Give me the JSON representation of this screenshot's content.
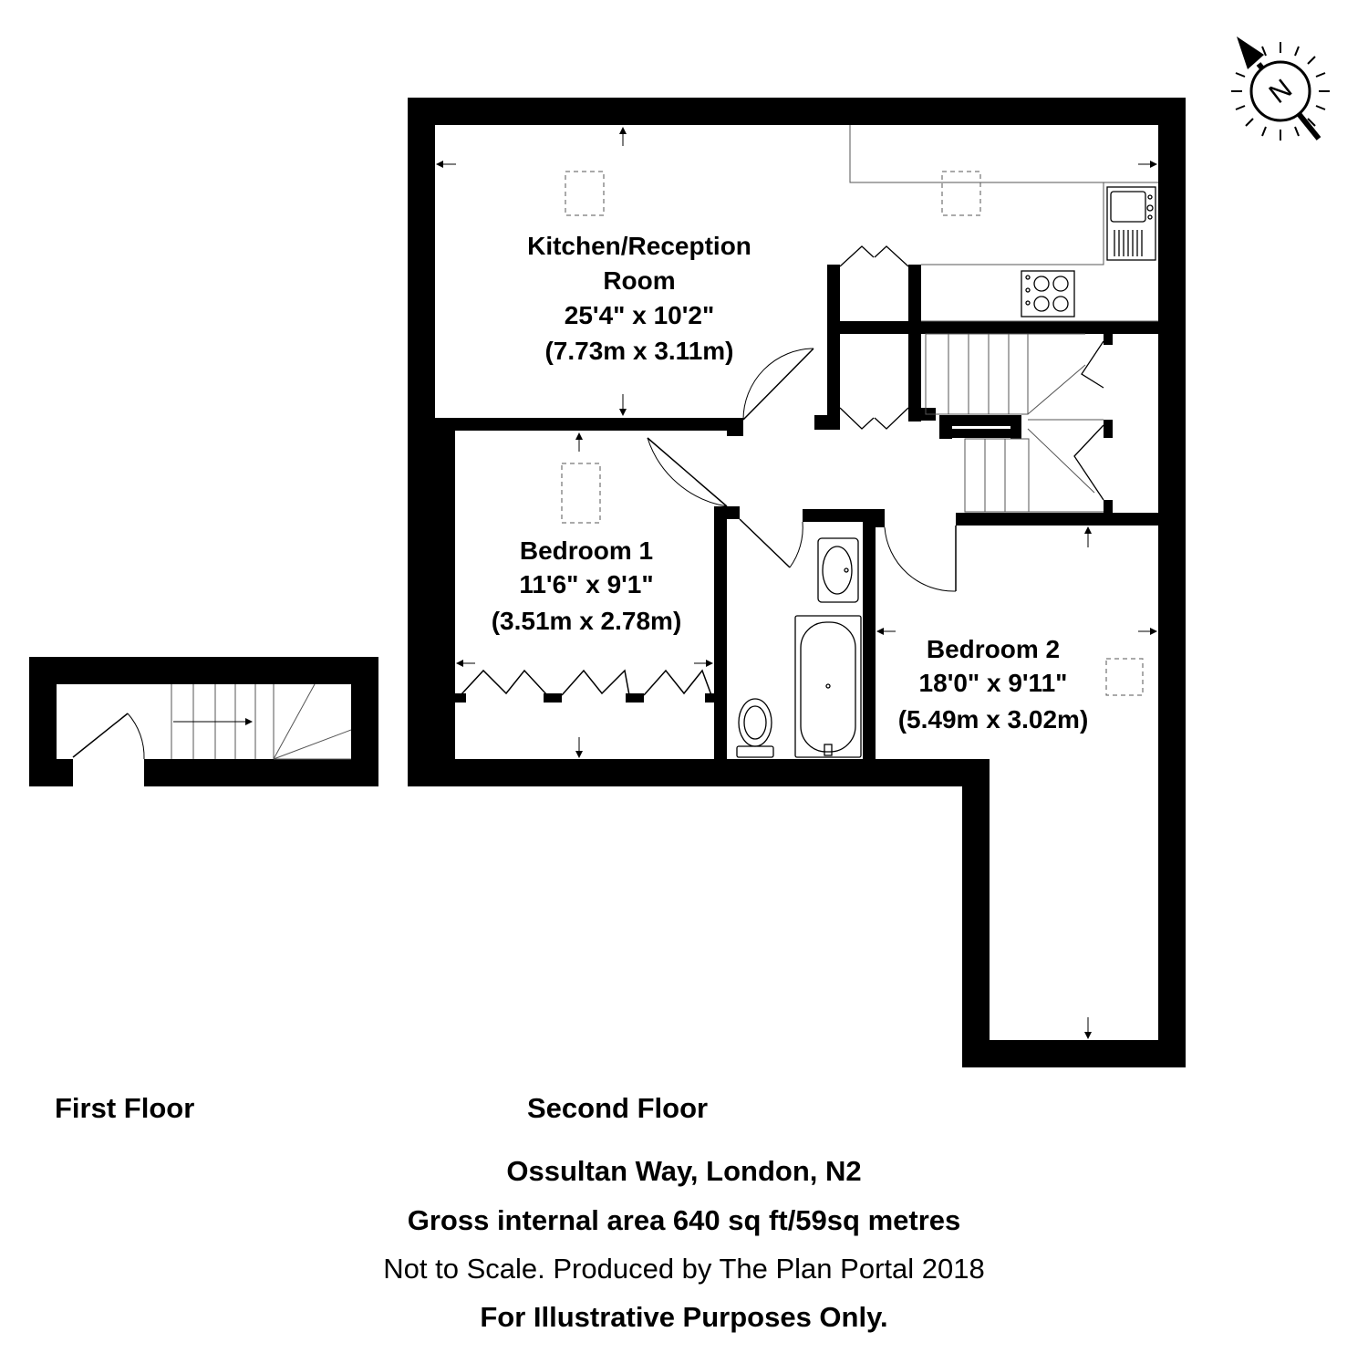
{
  "rooms": {
    "kitchen": {
      "name_line1": "Kitchen/Reception",
      "name_line2": "Room",
      "imperial": "25'4\" x 10'2\"",
      "metric": "(7.73m x 3.11m)"
    },
    "bedroom1": {
      "name": "Bedroom 1",
      "imperial": "11'6\" x 9'1\"",
      "metric": "(3.51m x 2.78m)"
    },
    "bedroom2": {
      "name": "Bedroom 2",
      "imperial": "18'0\" x 9'11\"",
      "metric": "(5.49m x 3.02m)"
    }
  },
  "floors": {
    "first": "First Floor",
    "second": "Second Floor"
  },
  "compass": {
    "letter": "N"
  },
  "footer": {
    "address": "Ossultan Way, London, N2",
    "area": "Gross internal area 640 sq ft/59sq metres",
    "scale_note": "Not to Scale. Produced by The Plan Portal 2018",
    "disclaimer": "For Illustrative Purposes Only."
  },
  "colors": {
    "wall": "#000000",
    "background": "#ffffff",
    "fixture_line": "#000000",
    "thin_line": "#555555"
  }
}
